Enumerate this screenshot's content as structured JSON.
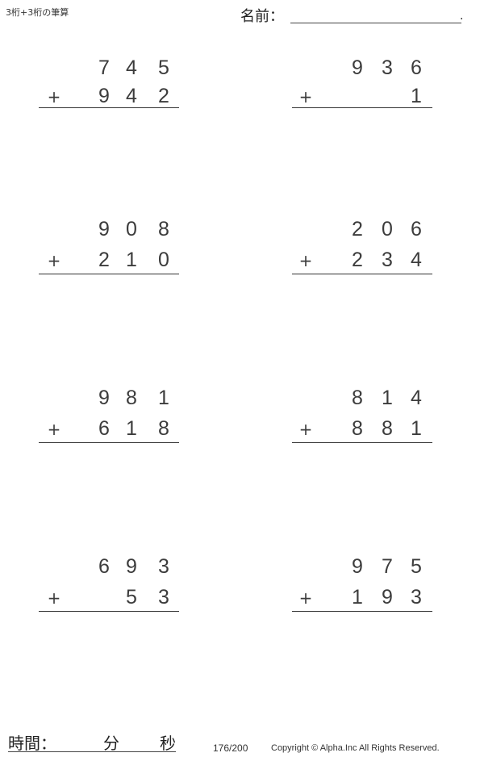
{
  "header": {
    "title": "3桁+3桁の筆算",
    "name_label": "名前：",
    "name_value": "",
    "name_end": "."
  },
  "problems": [
    {
      "top": [
        "7",
        "4",
        "5"
      ],
      "bottom": [
        "9",
        "4",
        "2"
      ],
      "operator": "+"
    },
    {
      "top": [
        "9",
        "3",
        "6"
      ],
      "bottom": [
        "",
        "",
        "1"
      ],
      "operator": "+"
    },
    {
      "top": [
        "9",
        "0",
        "8"
      ],
      "bottom": [
        "2",
        "1",
        "0"
      ],
      "operator": "+"
    },
    {
      "top": [
        "2",
        "0",
        "6"
      ],
      "bottom": [
        "2",
        "3",
        "4"
      ],
      "operator": "+"
    },
    {
      "top": [
        "9",
        "8",
        "1"
      ],
      "bottom": [
        "6",
        "1",
        "8"
      ],
      "operator": "+"
    },
    {
      "top": [
        "8",
        "1",
        "4"
      ],
      "bottom": [
        "8",
        "8",
        "1"
      ],
      "operator": "+"
    },
    {
      "top": [
        "6",
        "9",
        "3"
      ],
      "bottom": [
        "",
        "5",
        "3"
      ],
      "operator": "+"
    },
    {
      "top": [
        "9",
        "7",
        "5"
      ],
      "bottom": [
        "1",
        "9",
        "3"
      ],
      "operator": "+"
    }
  ],
  "footer": {
    "time_label": "時間：",
    "minutes_label": "分",
    "seconds_label": "秒",
    "page": "176/200",
    "copyright": "Copyright © Alpha.Inc All Rights Reserved."
  }
}
